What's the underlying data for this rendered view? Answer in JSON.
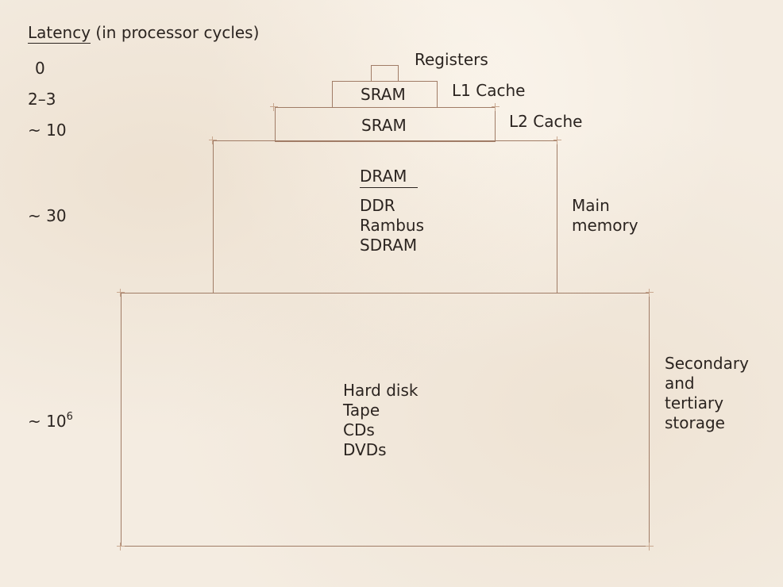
{
  "header": {
    "latency_label": "Latency",
    "latency_unit": "(in processor cycles)"
  },
  "latencies": {
    "registers": "0",
    "l1": "2–3",
    "l2": "~ 10",
    "main": "~ 30",
    "storage_base": "~ 10",
    "storage_exp": "6"
  },
  "levels": {
    "registers": {
      "label": "Registers"
    },
    "l1": {
      "label": "L1 Cache",
      "tech": "SRAM"
    },
    "l2": {
      "label": "L2 Cache",
      "tech": "SRAM"
    },
    "main": {
      "label_line1": "Main",
      "label_line2": "memory",
      "tech_heading": "DRAM",
      "tech": [
        "DDR",
        "Rambus",
        "SDRAM"
      ]
    },
    "storage": {
      "label_lines": [
        "Secondary",
        "and",
        "tertiary",
        "storage"
      ],
      "tech": [
        "Hard disk",
        "Tape",
        "CDs",
        "DVDs"
      ]
    }
  },
  "colors": {
    "box_stroke": "#a07c66",
    "paper": "#f4ece1",
    "text": "#2b2420"
  }
}
